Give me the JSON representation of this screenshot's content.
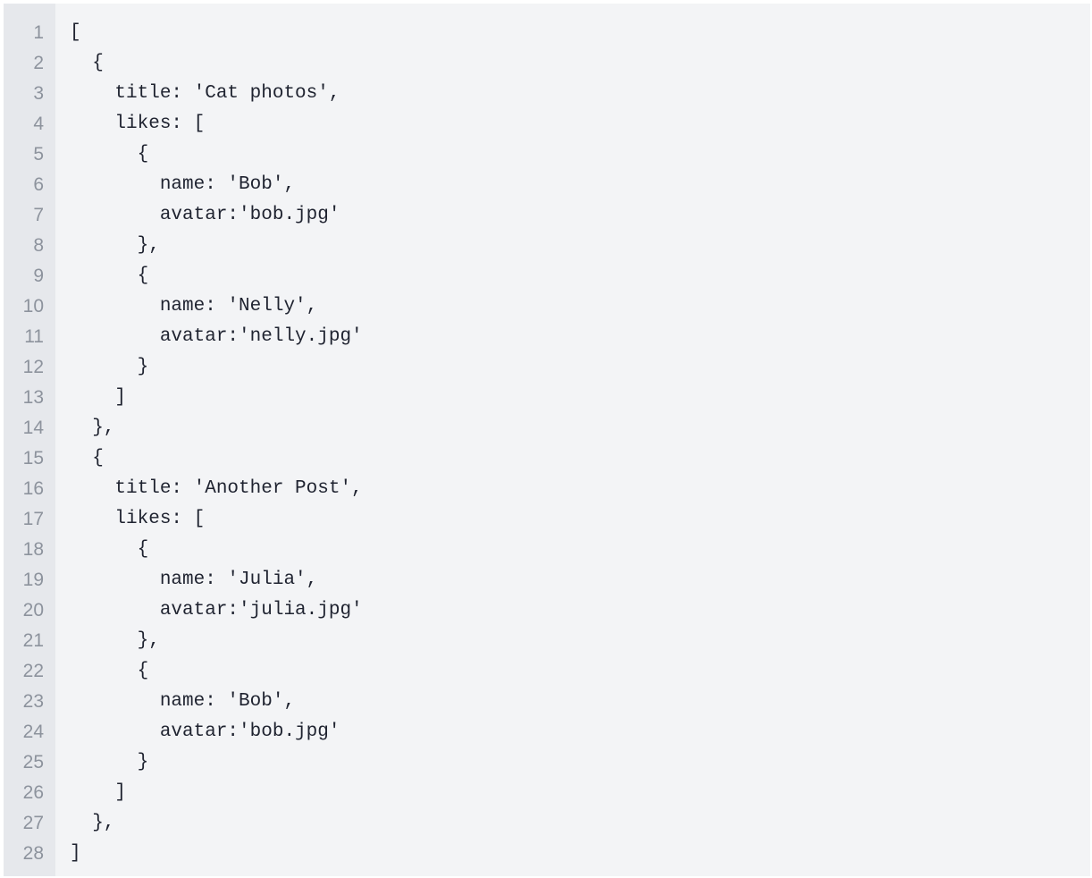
{
  "code": {
    "line_numbers": [
      "1",
      "2",
      "3",
      "4",
      "5",
      "6",
      "7",
      "8",
      "9",
      "10",
      "11",
      "12",
      "13",
      "14",
      "15",
      "16",
      "17",
      "18",
      "19",
      "20",
      "21",
      "22",
      "23",
      "24",
      "25",
      "26",
      "27",
      "28"
    ],
    "lines": [
      "[",
      "  {",
      "    title: 'Cat photos',",
      "    likes: [",
      "      {",
      "        name: 'Bob',",
      "        avatar:'bob.jpg'",
      "      },",
      "      {",
      "        name: 'Nelly',",
      "        avatar:'nelly.jpg'",
      "      }",
      "    ]",
      "  },",
      "  {",
      "    title: 'Another Post',",
      "    likes: [",
      "      {",
      "        name: 'Julia',",
      "        avatar:'julia.jpg'",
      "      },",
      "      {",
      "        name: 'Bob',",
      "        avatar:'bob.jpg'",
      "      }",
      "    ]",
      "  },",
      "]"
    ]
  }
}
